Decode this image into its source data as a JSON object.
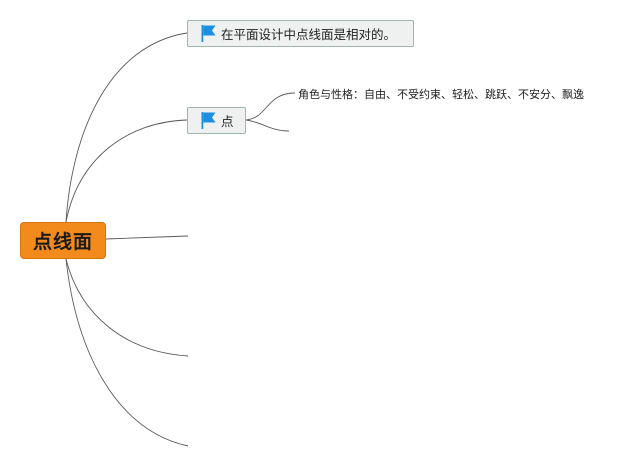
{
  "root": {
    "label": "点线面"
  },
  "branches": [
    {
      "label": "在平面设计中点线面是相对的。",
      "icon": "flag-icon"
    },
    {
      "label": "点",
      "icon": "flag-icon"
    },
    {
      "label": ""
    },
    {
      "label": ""
    },
    {
      "label": ""
    }
  ],
  "point_children": [
    {
      "label": "角色与性格：自由、不受约束、轻松、跳跃、不安分、飘逸"
    },
    {
      "label": ""
    }
  ],
  "colors": {
    "root_fill": "#f38a1c",
    "topic_fill": "#eef1ef",
    "topic_border": "#9fb6a9",
    "flag": "#1d8fe0",
    "connector": "#5a5a5a"
  }
}
